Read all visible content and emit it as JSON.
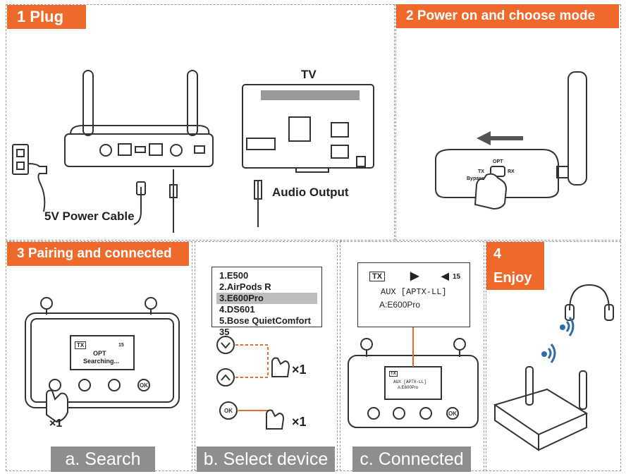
{
  "steps": {
    "s1": "1  Plug",
    "s2": "2 Power on and choose mode",
    "s3": "3 Pairing and connected",
    "s4": "4  Enjoy"
  },
  "labels": {
    "power_cable": "5V Power Cable",
    "tv": "TV",
    "audio_output": "Audio Output"
  },
  "mode_switch": {
    "opt": "OPT",
    "tx": "TX",
    "rx": "RX",
    "bypass": "Bypass"
  },
  "search_screen": {
    "mode": "OPT",
    "status": "Searching...",
    "volume": "15",
    "tx": "TX",
    "times": "×1"
  },
  "device_list": [
    "1.E500",
    "2.AirPods R",
    "3.E600Pro",
    "4.DS601",
    "5.Bose QuietComfort 35"
  ],
  "device_list_selected": 2,
  "select_times": {
    "nav": "×1",
    "ok": "×1"
  },
  "connected_screen": {
    "tx": "TX",
    "volume": "15",
    "line1": "AUX [APTX-LL]",
    "line2": "A:E600Pro"
  },
  "buttons": {
    "ok": "OK"
  },
  "captions": {
    "a": "a. Search",
    "b": "b. Select device",
    "c": "c. Connected"
  }
}
